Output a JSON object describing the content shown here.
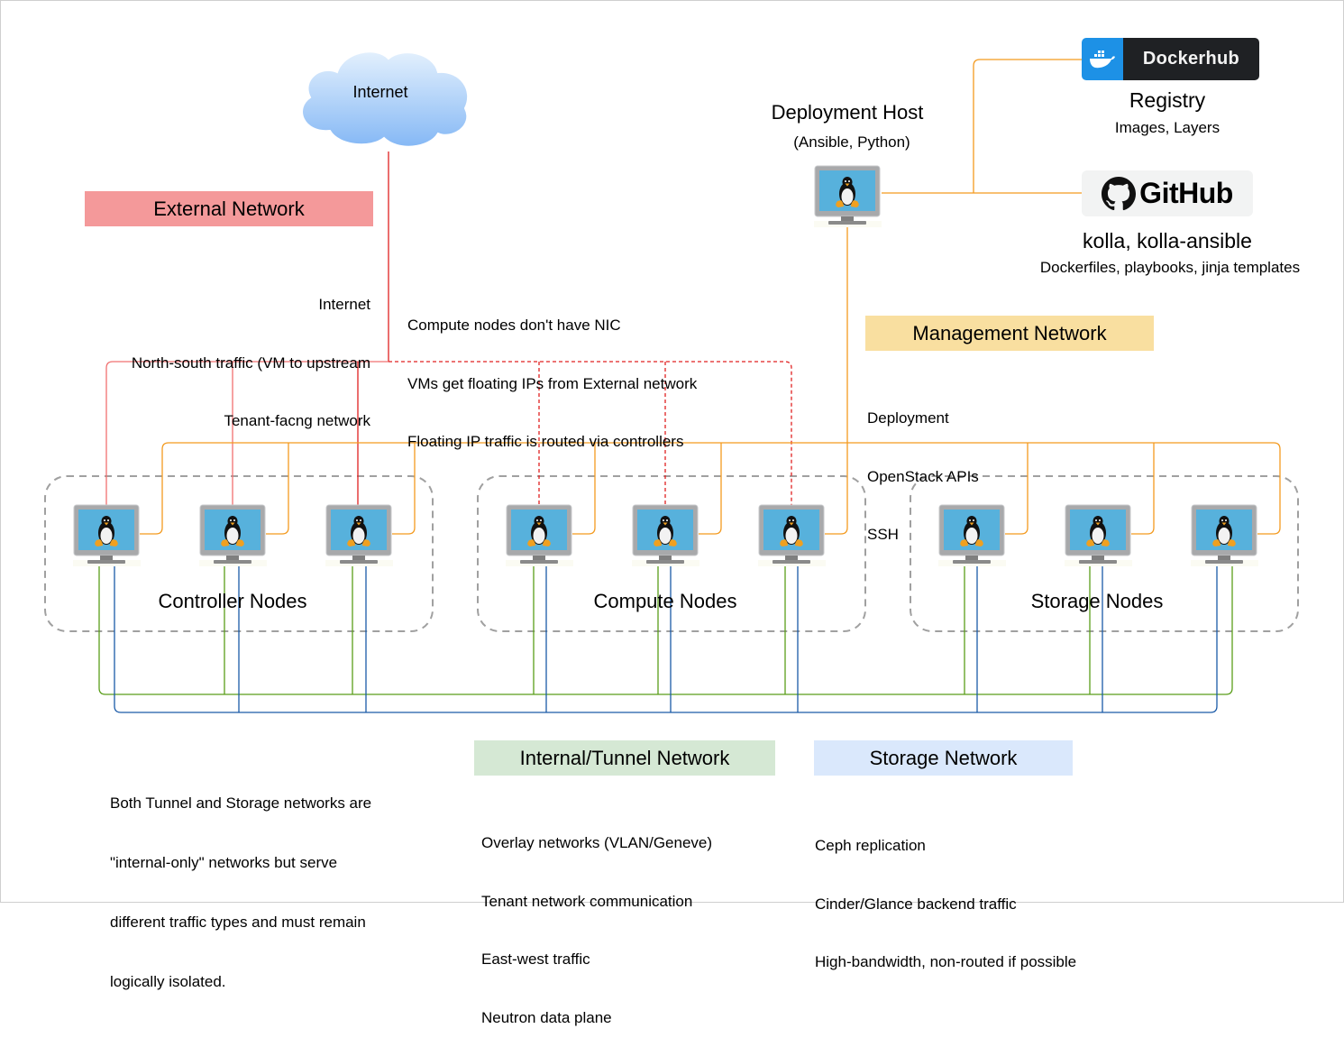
{
  "title": "OpenStack Kolla-Ansible Network Architecture",
  "colors": {
    "external": "#e02020",
    "management": "#f39a1f",
    "tunnel": "#5a9e1a",
    "storage": "#1a5aa8",
    "external_band": "#f4999a",
    "management_band": "#f9dfa0",
    "tunnel_band": "#d5e8d4",
    "storage_band": "#dae8fc",
    "group_border": "#a0a0a0"
  },
  "internet": {
    "label": "Internet",
    "icon": "cloud-icon"
  },
  "external_network": {
    "title": "External Network",
    "notes": [
      "Internet",
      "North-south traffic (VM to upstream",
      "Tenant-facng network"
    ]
  },
  "compute_note": {
    "lines": [
      "Compute nodes don't have NIC",
      "VMs get floating IPs from External network",
      "Floating IP traffic is routed via controllers"
    ]
  },
  "deployment_host": {
    "title": "Deployment Host",
    "subtitle": "(Ansible, Python)",
    "icon": "linux-monitor-icon"
  },
  "registry": {
    "logo_text": "Dockerhub",
    "icon": "docker-whale-icon",
    "title": "Registry",
    "subtitle": "Images, Layers"
  },
  "source": {
    "logo_text": "GitHub",
    "icon": "github-octocat-icon",
    "title": "kolla, kolla-ansible",
    "subtitle": "Dockerfiles, playbooks, jinja templates"
  },
  "management_network": {
    "title": "Management Network",
    "notes": [
      "Deployment",
      "OpenStack APIs",
      "SSH"
    ]
  },
  "groups": [
    {
      "label": "Controller Nodes",
      "node_count": 3,
      "external_link": "solid"
    },
    {
      "label": "Compute Nodes",
      "node_count": 3,
      "external_link": "dashed"
    },
    {
      "label": "Storage Nodes",
      "node_count": 3,
      "external_link": "none"
    }
  ],
  "isolation_note": {
    "lines": [
      "Both Tunnel and Storage networks are",
      "\"internal-only\" networks but serve",
      "different traffic types and must remain",
      "logically isolated."
    ]
  },
  "tunnel_network": {
    "title": "Internal/Tunnel Network",
    "notes": [
      "Overlay networks (VLAN/Geneve)",
      "Tenant network communication",
      "East-west traffic",
      "Neutron data plane"
    ]
  },
  "storage_network": {
    "title": "Storage Network",
    "notes": [
      "Ceph replication",
      "Cinder/Glance backend traffic",
      "High-bandwidth, non-routed if possible"
    ]
  }
}
